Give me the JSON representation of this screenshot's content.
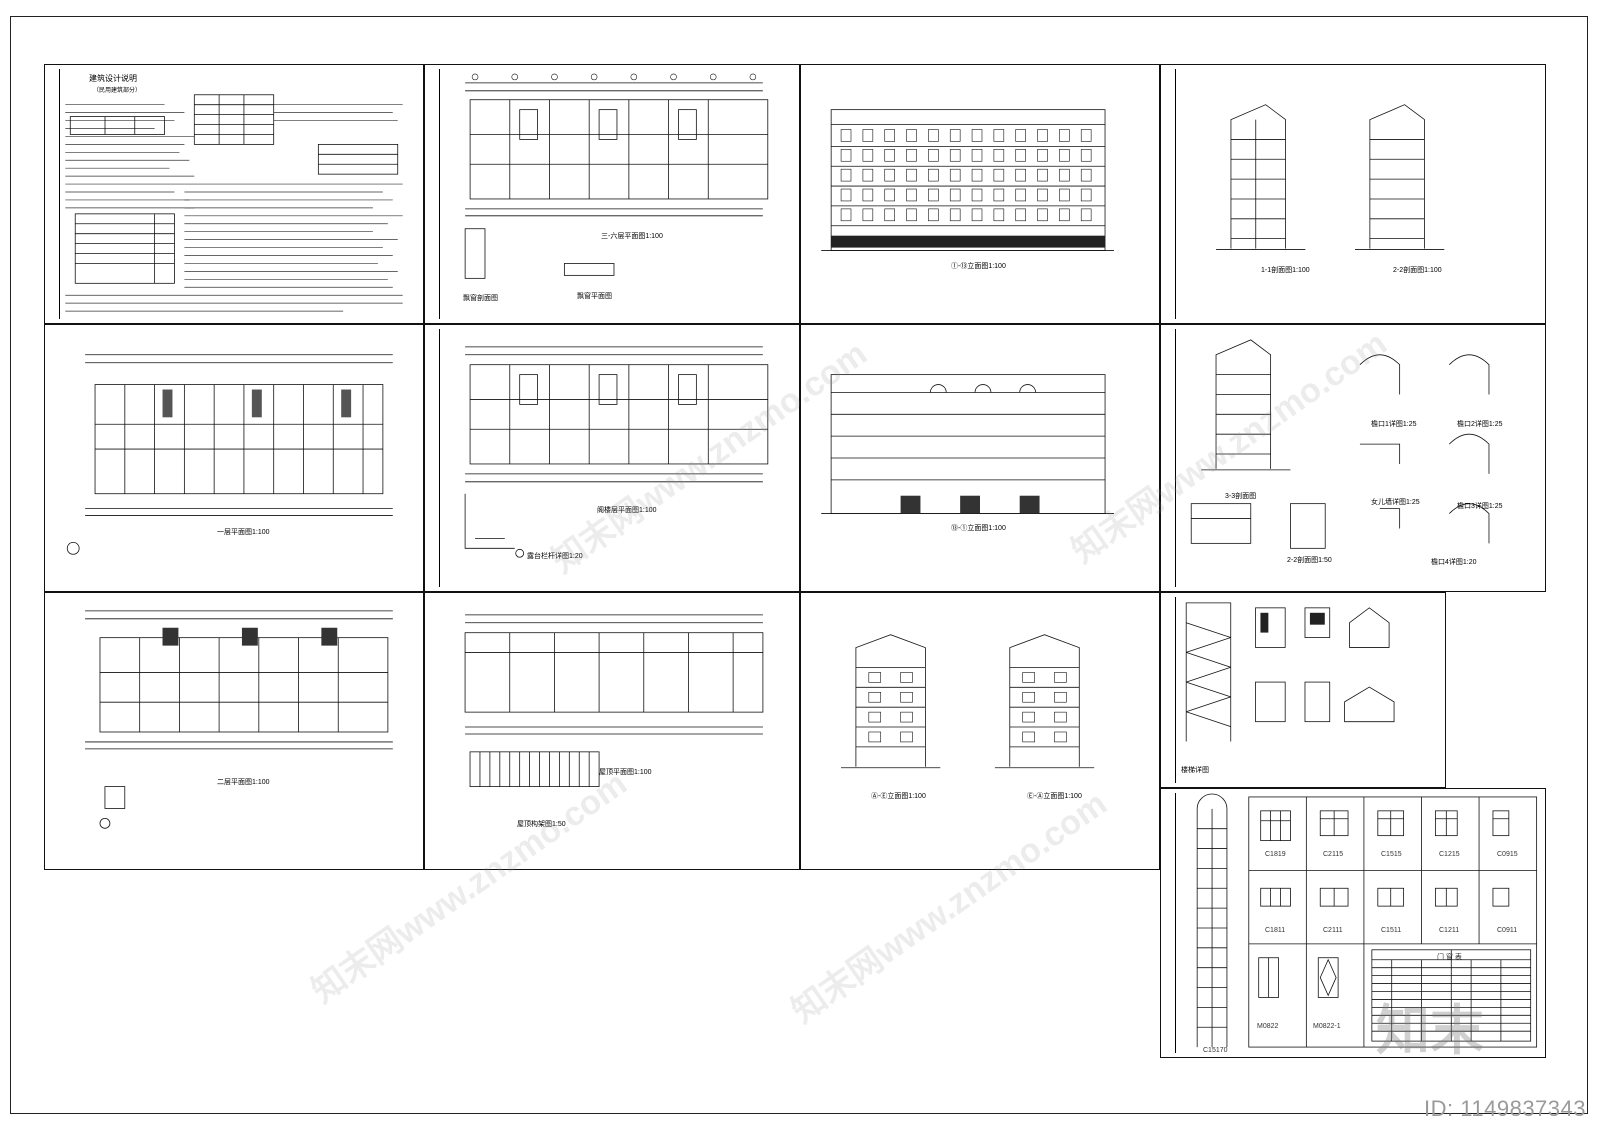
{
  "sheets": {
    "notes": {
      "title": "建筑设计说明",
      "subtitle": "（民用建筑部分）"
    },
    "plan_3_6": {
      "caption": "三-六层平面图1:100",
      "detail_a": "飘窗剖面图",
      "detail_b": "飘窗平面图"
    },
    "elev_a": {
      "caption": "①-⑬立面图1:100"
    },
    "section": {
      "caption_1": "1-1剖面图1:100",
      "caption_2": "2-2剖面图1:100"
    },
    "plan_1": {
      "caption": "一层平面图1:100"
    },
    "plan_attic": {
      "caption": "阁楼层平面图1:100",
      "detail": "露台栏杆详图1:20"
    },
    "elev_b": {
      "caption": "⑬-①立面图1:100"
    },
    "details": {
      "caption_3": "3-3剖面图",
      "caption_4": "2-2剖面图1:50",
      "eave1": "檐口1详图1:25",
      "eave2": "檐口2详图1:25",
      "eave3": "檐口3详图1:25",
      "eave4": "檐口4详图1:20",
      "kid": "女儿墙详图1:25"
    },
    "plan_2": {
      "caption": "二层平面图1:100"
    },
    "roof": {
      "caption": "屋顶平面图1:100",
      "frame": "屋顶构架图1:50"
    },
    "elev_side": {
      "caption_a": "Ⓐ-Ⓔ立面图1:100",
      "caption_b": "Ⓔ-Ⓐ立面图1:100"
    },
    "stairs": {
      "caption": "楼梯详图"
    },
    "windows": {
      "labels": [
        "C1819",
        "C2115",
        "C1515",
        "C1215",
        "C0915",
        "C1811",
        "C2111",
        "C1511",
        "C1211",
        "C0911",
        "M0822",
        "M0822-1",
        "C15170"
      ],
      "table_title": "门 窗 表"
    }
  },
  "watermark": {
    "text": "知末网www.znzmo.com",
    "brand": "知末",
    "id_label": "ID: 1149837343"
  }
}
